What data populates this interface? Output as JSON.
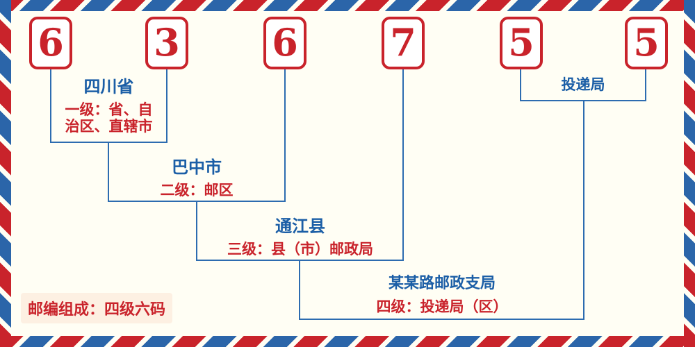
{
  "postal_code": {
    "digits": [
      "6",
      "3",
      "6",
      "7",
      "5",
      "5"
    ]
  },
  "levels": {
    "level1": {
      "name": "四川省",
      "desc": "一级：省、自治区、直辖市"
    },
    "level2": {
      "name": "巴中市",
      "desc": "二级：邮区"
    },
    "level3": {
      "name": "通江县",
      "desc": "三级：县（市）邮政局"
    },
    "level4": {
      "name": "某某路邮政支局",
      "desc": "四级：投递局（区）"
    }
  },
  "delivery": {
    "label": "投递局"
  },
  "footer": {
    "composition": "邮编组成：四级六码"
  },
  "colors": {
    "digit_red": "#c9232b",
    "label_blue": "#1b5ea6",
    "line_blue": "#2d6cb0",
    "background": "#fffef4"
  }
}
